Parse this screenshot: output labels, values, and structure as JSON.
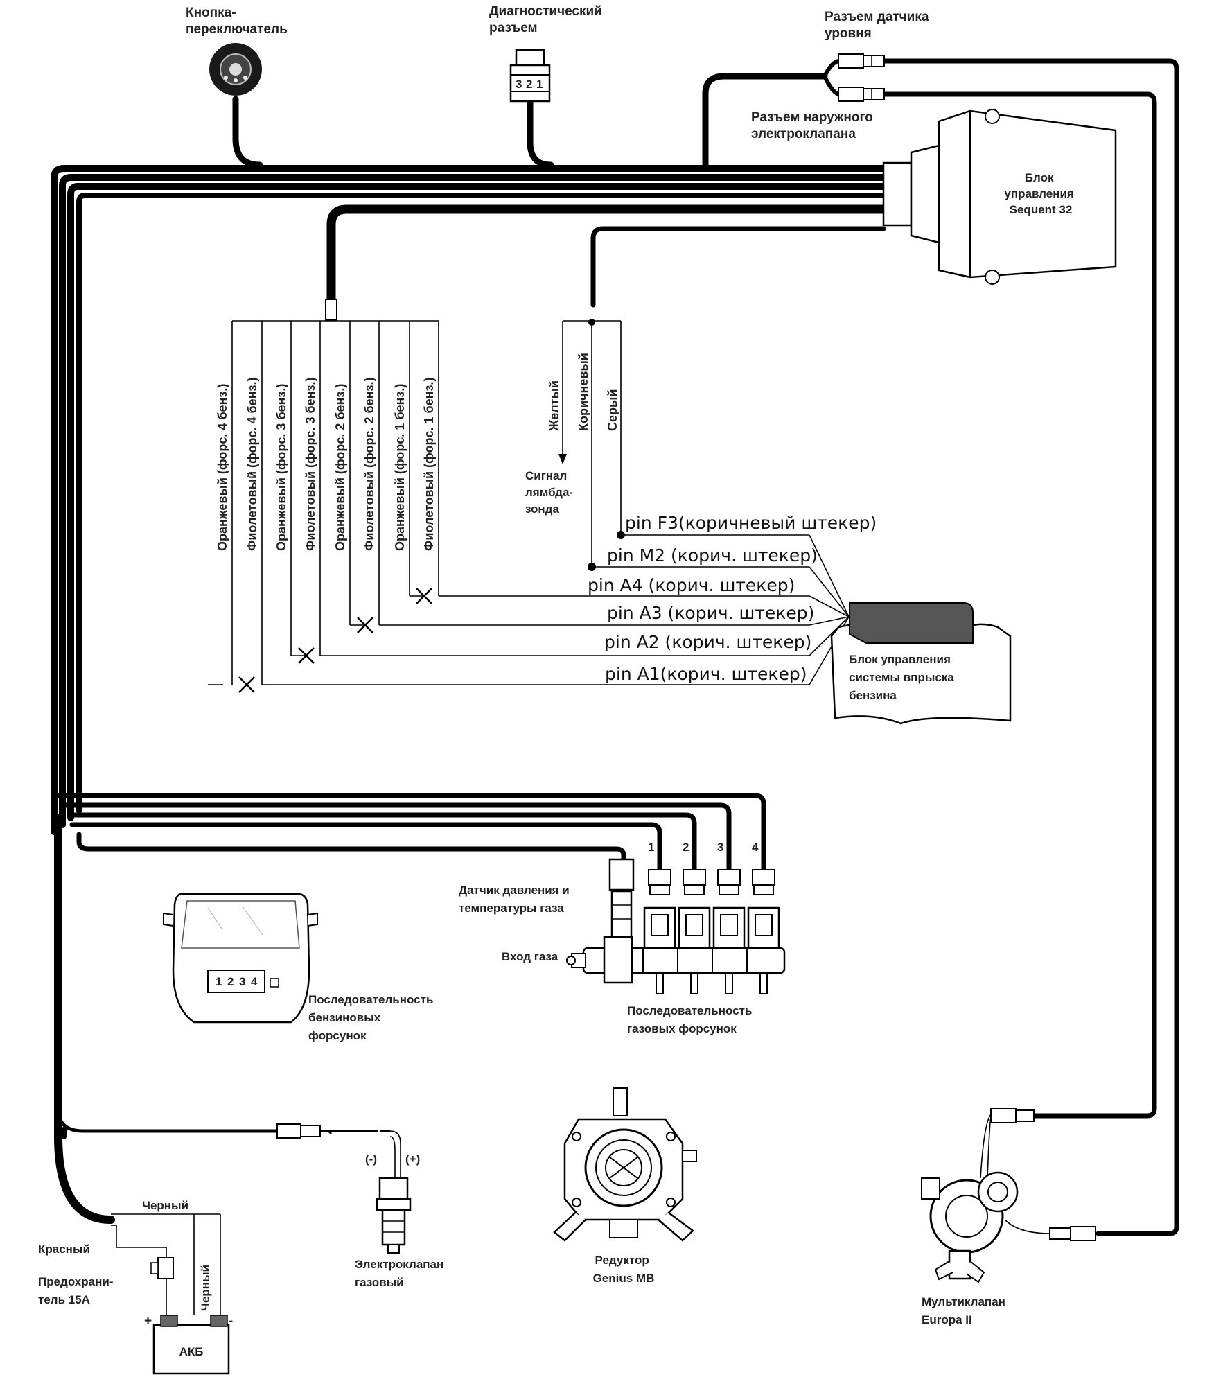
{
  "labels": {
    "switch_button": [
      "Кнопка-",
      "переключатель"
    ],
    "diag_connector": [
      "Диагностический",
      "разъем"
    ],
    "level_sensor_connector": [
      "Разъем датчика",
      "уровня"
    ],
    "ext_valve_connector": [
      "Разъем наружного",
      "электроклапана"
    ],
    "ecu": [
      "Блок",
      "управления",
      "Sequent 32"
    ],
    "lambda_signal": [
      "Сигнал",
      "лямбда-",
      "зонда"
    ],
    "petrol_ecu": [
      "Блок управления",
      "системы впрыска",
      "бензина"
    ],
    "pressure_sensor": [
      "Датчик давления и",
      "температуры газа"
    ],
    "gas_inlet": "Вход газа",
    "gas_injector_sequence": [
      "Последовательность",
      "газовых форсунок"
    ],
    "petrol_injector_sequence": [
      "Последовательность",
      "бензиновых",
      "форсунок"
    ],
    "gas_solenoid": [
      "Электроклапан",
      "газовый"
    ],
    "reducer": [
      "Редуктор",
      "Genius MB"
    ],
    "multivalve": [
      "Мультиклапан",
      "Europa II"
    ],
    "battery": "АКБ",
    "fuse": [
      "Предохрани-",
      "тель 15А"
    ],
    "red_wire": "Красный",
    "black_wire_top": "Черный",
    "black_wire_side": "Черный",
    "minus_sign": "(-)",
    "plus_sign": "(+)",
    "battery_plus": "+",
    "battery_minus": "-"
  },
  "injector_wires": [
    "Оранжевый (форс. 4 бенз.)",
    "Фиолетовый (форс. 4 бенз.)",
    "Оранжевый (форс. 3 бенз.)",
    "Фиолетовый (форс. 3 бенз.)",
    "Оранжевый (форс. 2 бенз.)",
    "Фиолетовый (форс. 2 бенз.)",
    "Оранжевый (форс. 1 бенз.)",
    "Фиолетовый (форс. 1 бенз.)"
  ],
  "lambda_wires": [
    "Желтый",
    "Коричневый",
    "Серый"
  ],
  "pins": [
    "pin F3(коричневый штекер)",
    "pin M2 (корич. штекер)",
    "pin A4 (корич. штекер)",
    "pin A3 (корич. штекер)",
    "pin A2 (корич. штекер)",
    "pin A1(корич. штекер)"
  ],
  "gas_injector_numbers": [
    "1",
    "2",
    "3",
    "4"
  ],
  "petrol_injector_numbers": [
    "1",
    "2",
    "3",
    "4"
  ],
  "diag_pins": [
    "3",
    "2",
    "1"
  ]
}
